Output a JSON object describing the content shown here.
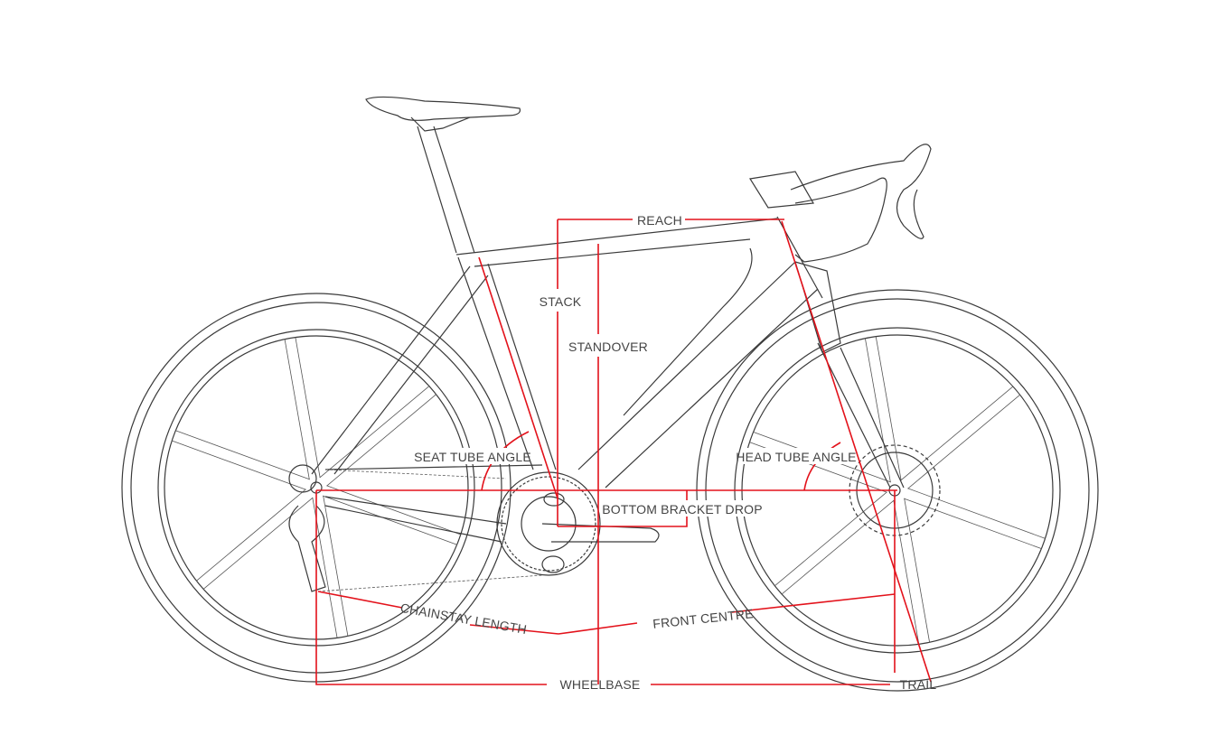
{
  "title": "Bike geometry diagram",
  "labels": {
    "reach": "REACH",
    "stack": "STACK",
    "standover": "STANDOVER",
    "seat_tube_angle": "SEAT TUBE ANGLE",
    "head_tube_angle": "HEAD TUBE ANGLE",
    "bottom_bracket_drop": "BOTTOM BRACKET DROP",
    "chainstay_length": "CHAINSTAY LENGTH",
    "front_centre": "FRONT CENTRE",
    "wheelbase": "WHEELBASE",
    "trail": "TRAIL"
  },
  "colors": {
    "measure": "#e3121b",
    "line": "#3a3a3a"
  }
}
